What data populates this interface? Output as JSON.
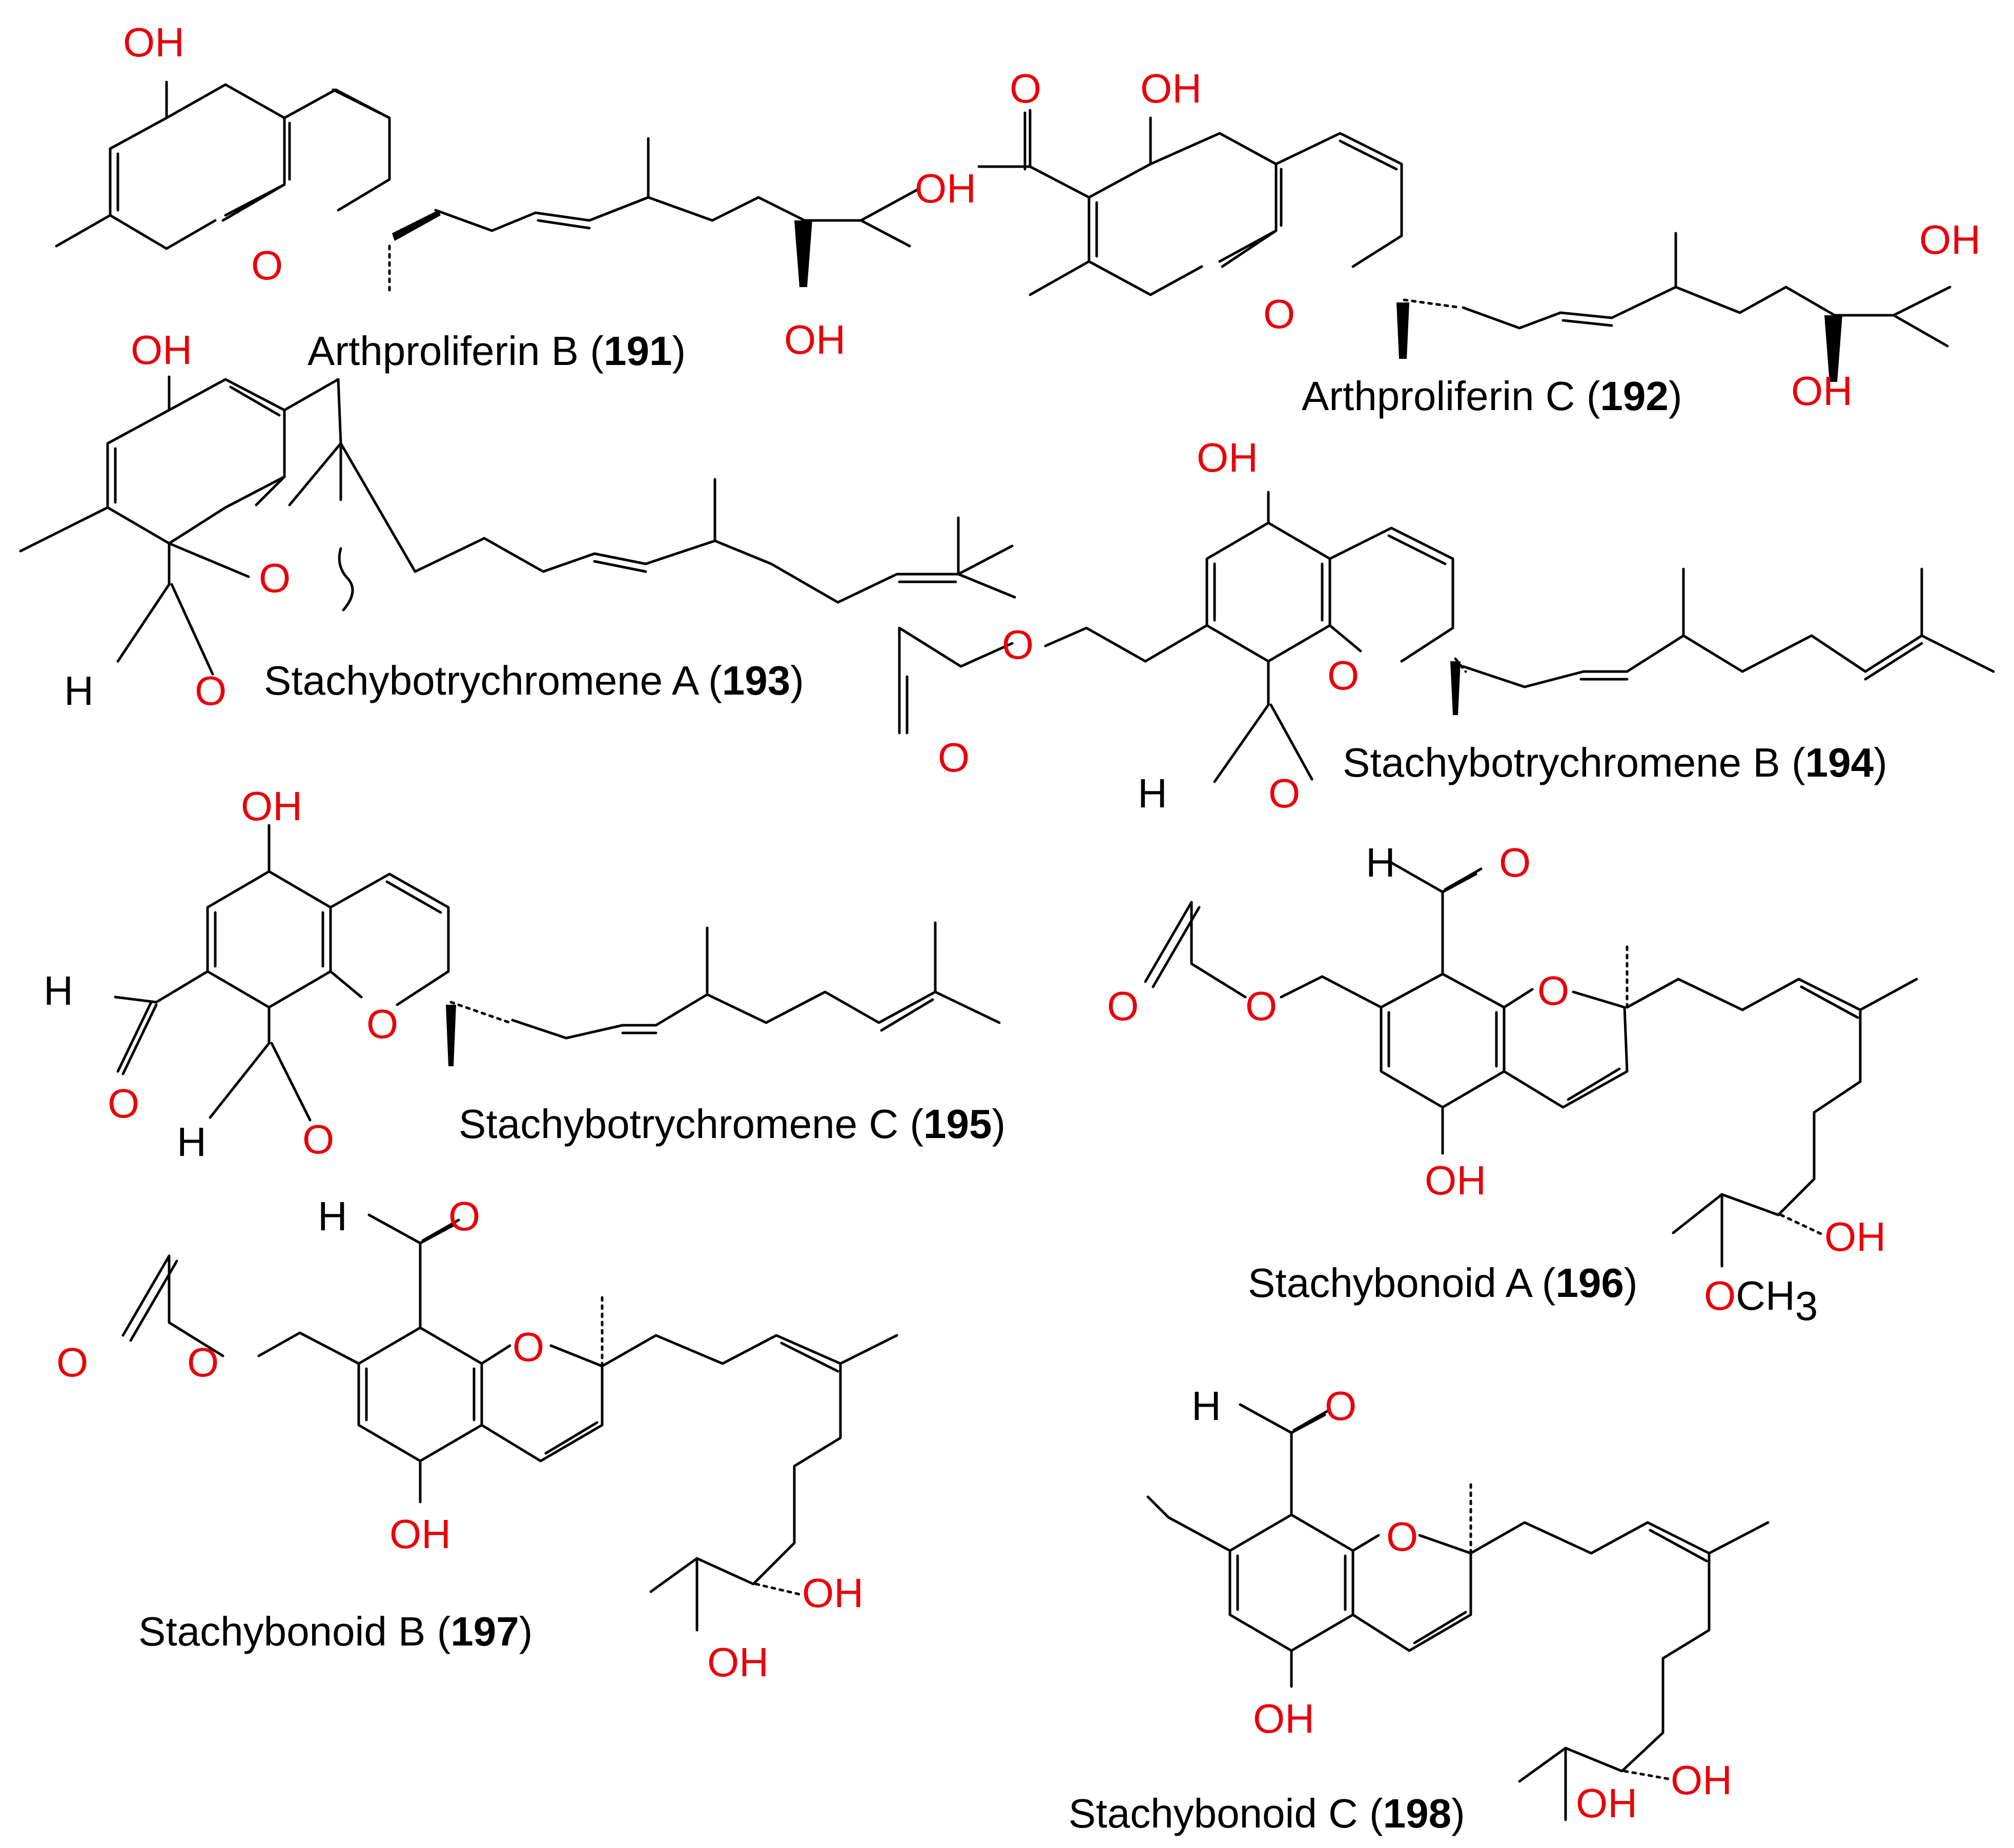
{
  "compounds": [
    {
      "name": "Arthproliferin B (",
      "number": "191",
      "close": ")"
    },
    {
      "name": "Arthproliferin C (",
      "number": "192",
      "close": ")"
    },
    {
      "name": "Stachybotrychromene A (",
      "number": "193",
      "close": ")"
    },
    {
      "name": "Stachybotrychromene B (",
      "number": "194",
      "close": ")"
    },
    {
      "name": "Stachybotrychromene C (",
      "number": "195",
      "close": ")"
    },
    {
      "name": "Stachybonoid A (",
      "number": "196",
      "close": ")"
    },
    {
      "name": "Stachybonoid B (",
      "number": "197",
      "close": ")"
    },
    {
      "name": "Stachybonoid C (",
      "number": "198",
      "close": ")"
    }
  ],
  "atoms": {
    "OH": "OH",
    "O": "O",
    "H": "H",
    "OCH3_O": "O",
    "OCH3_C": "CH",
    "OCH3_3": "3"
  },
  "colors": {
    "heteroatom": "#e8000b",
    "bond": "#000000",
    "text": "#000000"
  }
}
